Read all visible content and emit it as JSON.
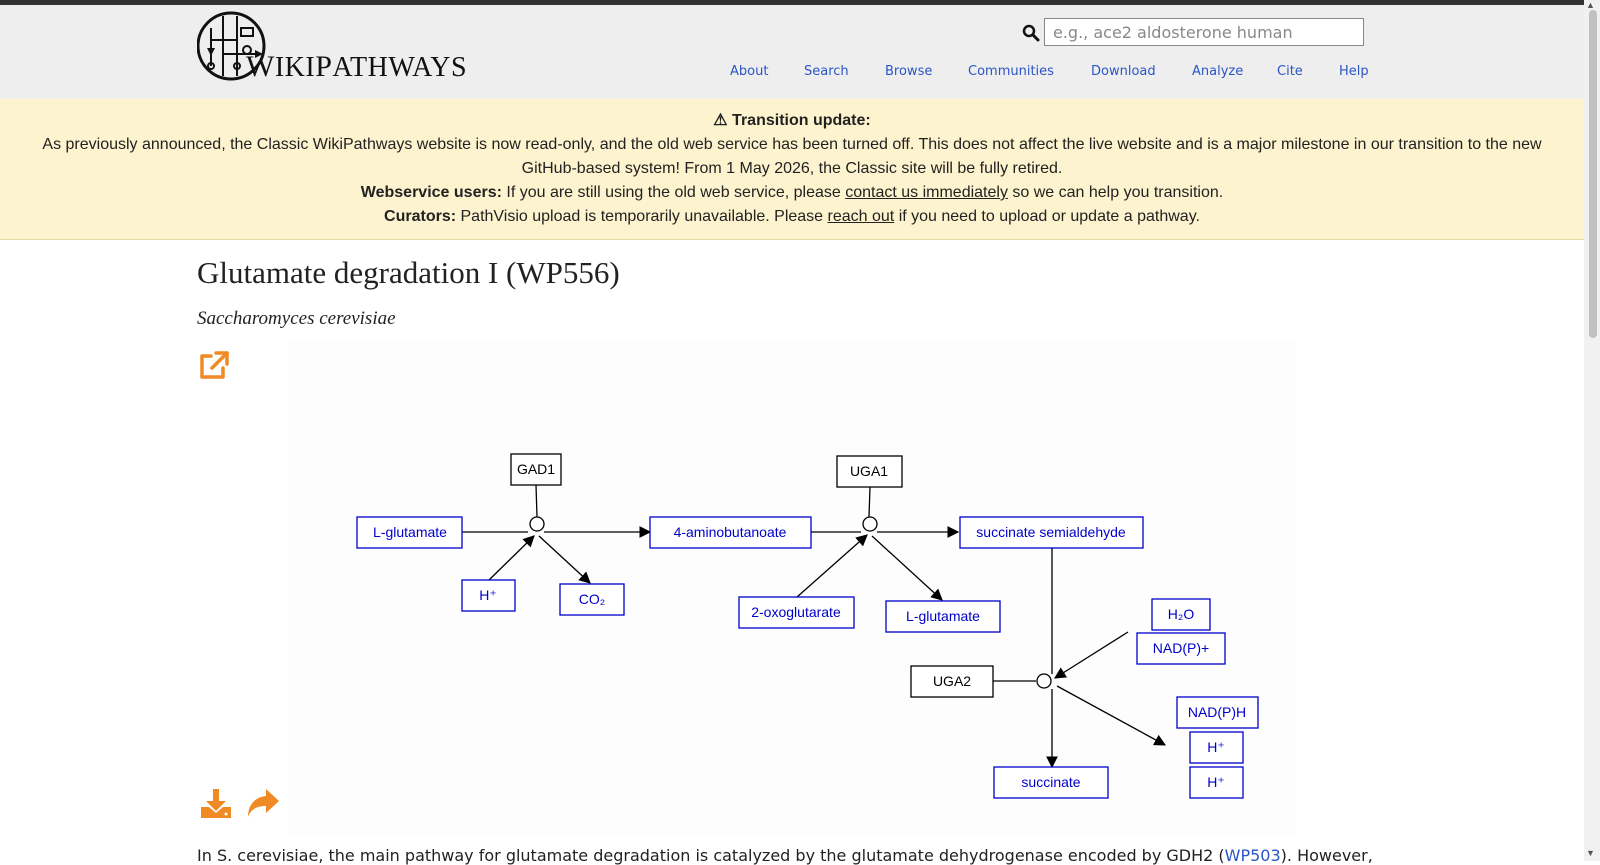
{
  "header": {
    "logo_text_big_w": "W",
    "logo_text_iki": "IKI",
    "logo_text_big_p": "P",
    "logo_text_athways": "ATHWAYS",
    "search_placeholder": "e.g., ace2 aldosterone human",
    "nav": [
      "About",
      "Search",
      "Browse",
      "Communities",
      "Download",
      "Analyze",
      "Cite",
      "Help"
    ]
  },
  "banner": {
    "title": "⚠ Transition update:",
    "line1": "As previously announced, the Classic WikiPathways website is now read-only, and the old web service has been turned off. This does not affect the live website and is a major milestone in our transition to the new",
    "line2": "GitHub-based system! From 1 May 2026, the Classic site will be fully retired.",
    "ws_label": "Webservice users:",
    "ws_text_before": " If you are still using the old web service, please ",
    "ws_link": "contact us immediately",
    "ws_text_after": " so we can help you transition.",
    "cur_label": "Curators:",
    "cur_text_before": " PathVisio upload is temporarily unavailable. Please ",
    "cur_link": "reach out",
    "cur_text_after": " if you need to upload or update a pathway."
  },
  "page": {
    "title": "Glutamate degradation I (WP556)",
    "organism": "Saccharomyces cerevisiae"
  },
  "diagram": {
    "nodes": {
      "gad1": "GAD1",
      "l_glutamate_1": "L-glutamate",
      "h_plus_1": "H⁺",
      "co2": "CO₂",
      "aminobutanoate": "4-aminobutanoate",
      "uga1": "UGA1",
      "oxoglutarate": "2-oxoglutarate",
      "l_glutamate_2": "L-glutamate",
      "succ_semi": "succinate semialdehyde",
      "h2o": "H₂O",
      "nadp_plus": "NAD(P)+",
      "uga2": "UGA2",
      "nadph": "NAD(P)H",
      "h_plus_2": "H⁺",
      "h_plus_3": "H⁺",
      "succinate": "succinate"
    }
  },
  "description": {
    "before": "In S. cerevisiae, the main pathway for glutamate degradation is catalyzed by the glutamate dehydrogenase encoded by GDH2 (",
    "link": "WP503",
    "after": "). However,"
  }
}
